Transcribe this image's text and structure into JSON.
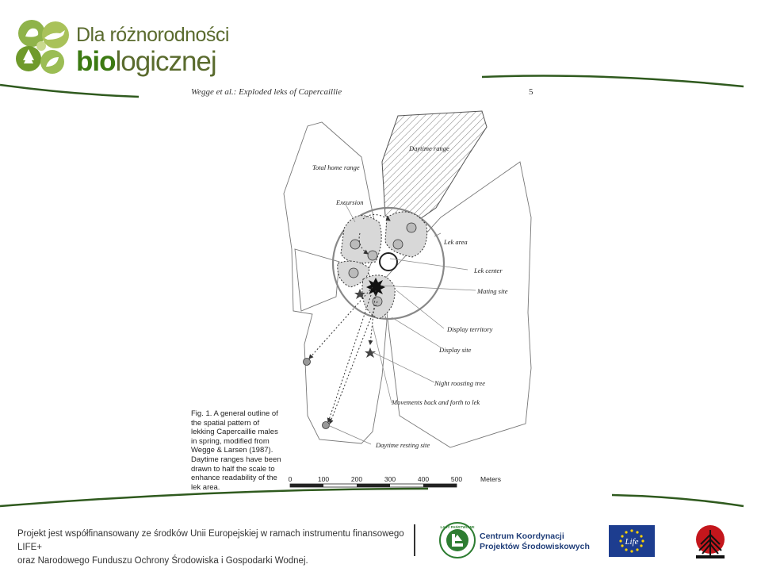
{
  "logo": {
    "line1": "Dla różnorodności",
    "line2_bold": "bio",
    "line2_rest": "logicznej",
    "icons": [
      "bird-icon",
      "fox-icon",
      "tree-icon",
      "leaf-icon",
      "butterfly-icon"
    ],
    "colors": {
      "green": "#4b6a1c",
      "light_green": "#8fb34a",
      "olive": "#5a6b2e"
    }
  },
  "figure": {
    "page_header": "Wegge et al.: Exploded leks of Capercaillie",
    "page_number": "5",
    "labels": {
      "daytime_range": "Daytime range",
      "total_home_range": "Total home range",
      "excursion": "Excursion",
      "lek_area": "Lek area",
      "lek_center": "Lek center",
      "mating_site": "Mating site",
      "display_territory": "Display territory",
      "display_site": "Display site",
      "night_roosting_tree": "Night roosting tree",
      "movements": "Movements back and forth to lek",
      "daytime_resting_site": "Daytime resting site"
    },
    "caption": "Fig. 1. A general outline of the spatial pattern of lekking Capercaillie males in spring, modified from Wegge & Larsen (1987). Daytime ranges have been drawn to half the scale to enhance readability of the lek area.",
    "scale": {
      "ticks": [
        "0",
        "100",
        "200",
        "300",
        "400",
        "500"
      ],
      "unit": "Meters"
    }
  },
  "footer": {
    "line1": "Projekt jest współfinansowany ze środków Unii Europejskiej w ramach instrumentu finansowego LIFE+",
    "line2": "oraz Narodowego Funduszu Ochrony Środowiska i Gospodarki Wodnej.",
    "ckps_line1": "Centrum Koordynacji",
    "ckps_line2": "Projektów Środowiskowych",
    "lp_text": "LASY PAŃSTWOWE",
    "eu_text": "Life",
    "colors": {
      "eu_blue": "#1d3d8f",
      "eu_gold": "#ffd200",
      "nfos_red": "#c4161c",
      "lp_green": "#2e7d32"
    }
  }
}
